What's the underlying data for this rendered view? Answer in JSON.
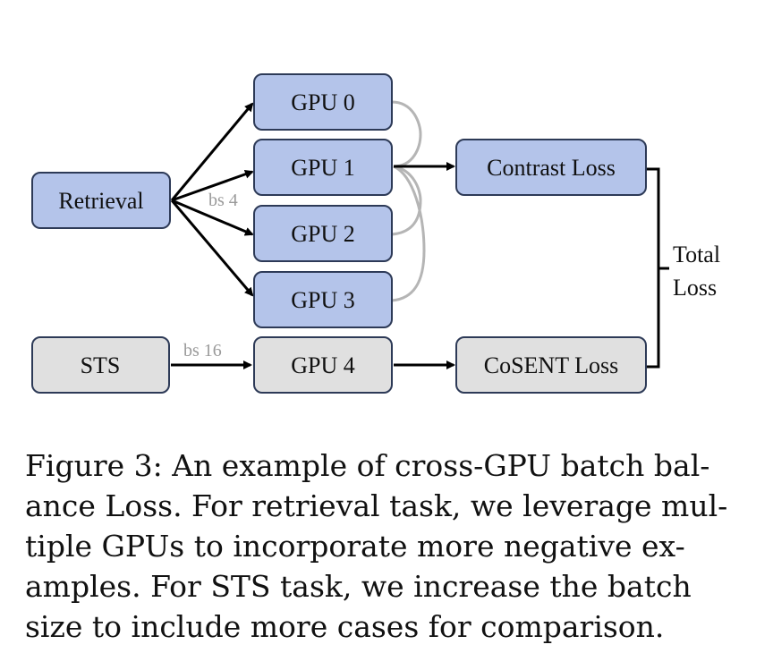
{
  "diagram": {
    "nodes": {
      "retrieval": "Retrieval",
      "sts": "STS",
      "gpu0": "GPU 0",
      "gpu1": "GPU 1",
      "gpu2": "GPU 2",
      "gpu3": "GPU 3",
      "gpu4": "GPU 4",
      "contrast_loss": "Contrast Loss",
      "cosent_loss": "CoSENT Loss",
      "total_loss_line1": "Total",
      "total_loss_line2": "Loss"
    },
    "edge_labels": {
      "retrieval_bs": "bs 4",
      "sts_bs": "bs 16"
    },
    "colors": {
      "blue_fill": "#b4c4ea",
      "gray_fill": "#e0e0e0",
      "border": "#2d3a57",
      "arrow": "#000000",
      "link_gray": "#b5b5b5"
    }
  },
  "caption": {
    "lines": [
      "Figure 3: An example of cross-GPU batch bal-",
      "ance Loss. For retrieval task, we leverage mul-",
      "tiple GPUs to incorporate more negative ex-",
      "amples. For STS task, we increase the batch",
      "size to include more cases for comparison."
    ]
  }
}
